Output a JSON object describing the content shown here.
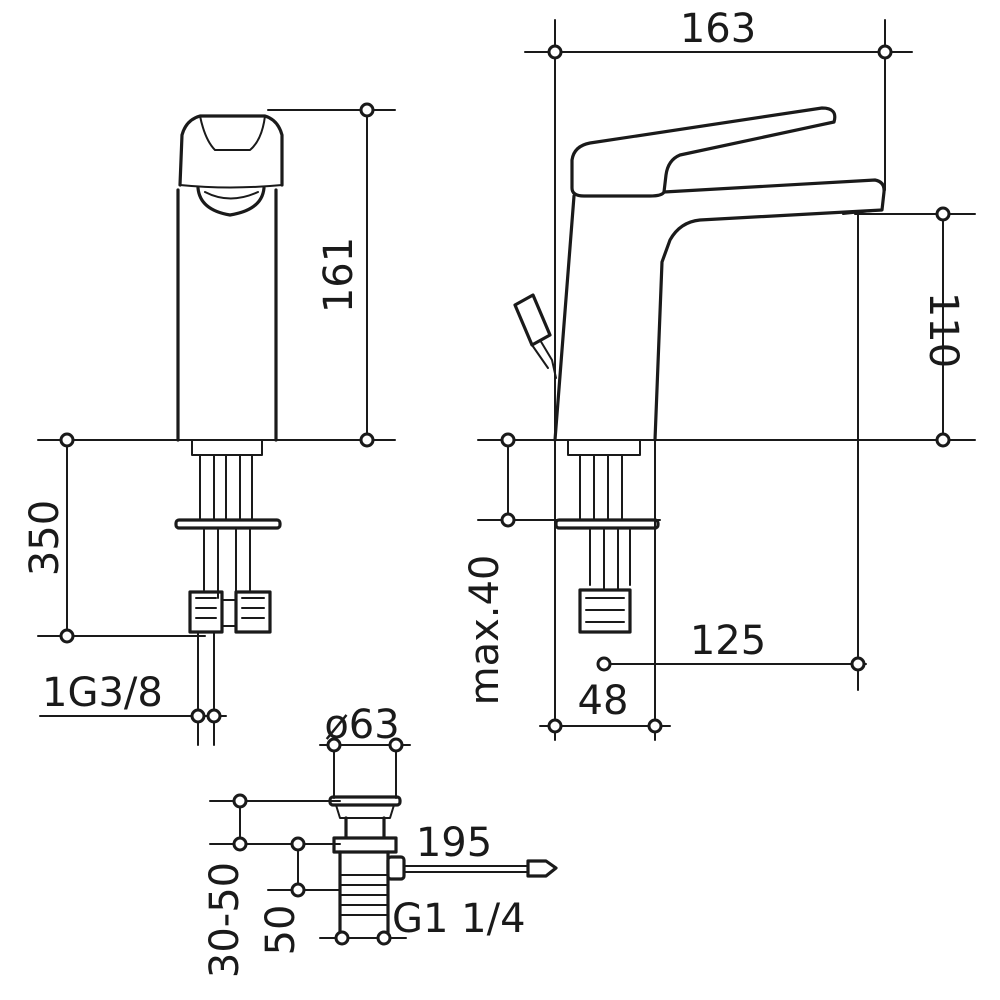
{
  "dimensions": {
    "width_total": "163",
    "height_side": "161",
    "height_spout": "110",
    "hose_length": "350",
    "connection_thread": "1G3/8",
    "max_thickness": "max.40",
    "spout_reach": "125",
    "base_width": "48",
    "waste_diameter": "ø63",
    "waste_length": "195",
    "waste_range": "30-50",
    "waste_height": "50",
    "waste_thread": "G1 1/4"
  }
}
